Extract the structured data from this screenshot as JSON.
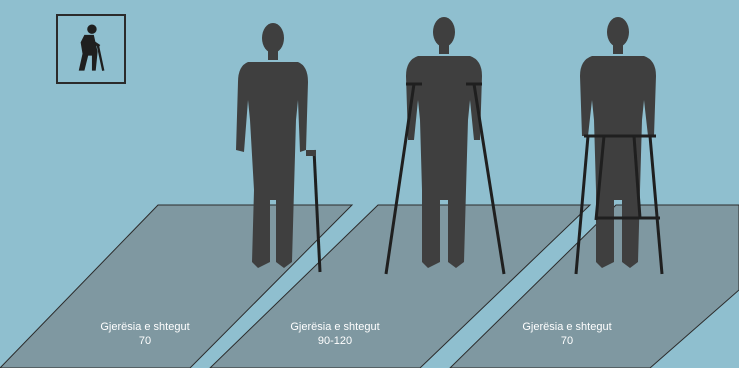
{
  "lanes": [
    {
      "label": "Gjerësia e shtegut",
      "value": "70",
      "aid": "cane"
    },
    {
      "label": "Gjerësia e shtegut",
      "value": "90-120",
      "aid": "crutches"
    },
    {
      "label": "Gjerësia e shtegut",
      "value": "70",
      "aid": "walker"
    }
  ],
  "colors": {
    "background": "#8fbfcf",
    "lane": "#7f98a1",
    "lane_edge": "#2b2b2b",
    "figure": "#3f3f3f",
    "text": "#ffffff"
  },
  "icons": {
    "header": "elderly-person-with-cane-icon"
  }
}
